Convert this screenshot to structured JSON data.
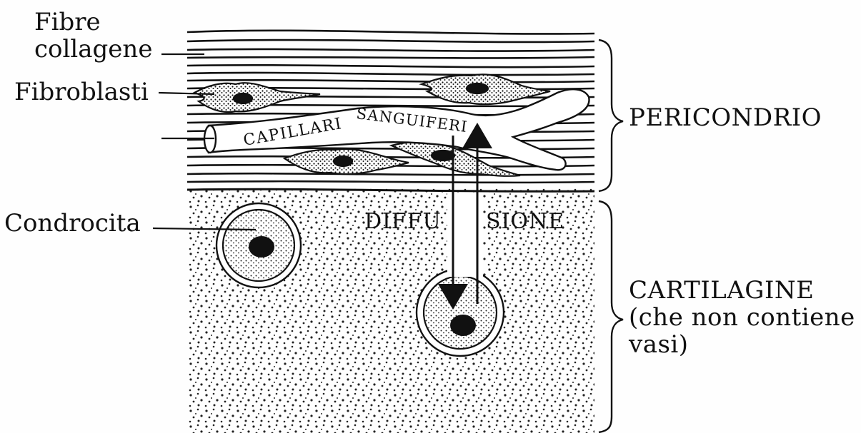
{
  "figure": {
    "labels": {
      "fibre_line1": "Fibre",
      "fibre_line2": "collagene",
      "fibroblasti": "Fibroblasti",
      "condrocita": "Condrocita",
      "capillari": "CAPILLARI",
      "sanguiferi": "SANGUIFERI",
      "diffu": "DIFFU",
      "sione": "SIONE",
      "pericondrio": "PERICONDRIO",
      "cartilagine": "CARTILAGINE",
      "cartilagine_note_line1": "(che non contiene",
      "cartilagine_note_line2": "vasi)"
    },
    "colors": {
      "ink": "#111111",
      "paper": "#fefefe",
      "stipple": "#222222"
    }
  }
}
